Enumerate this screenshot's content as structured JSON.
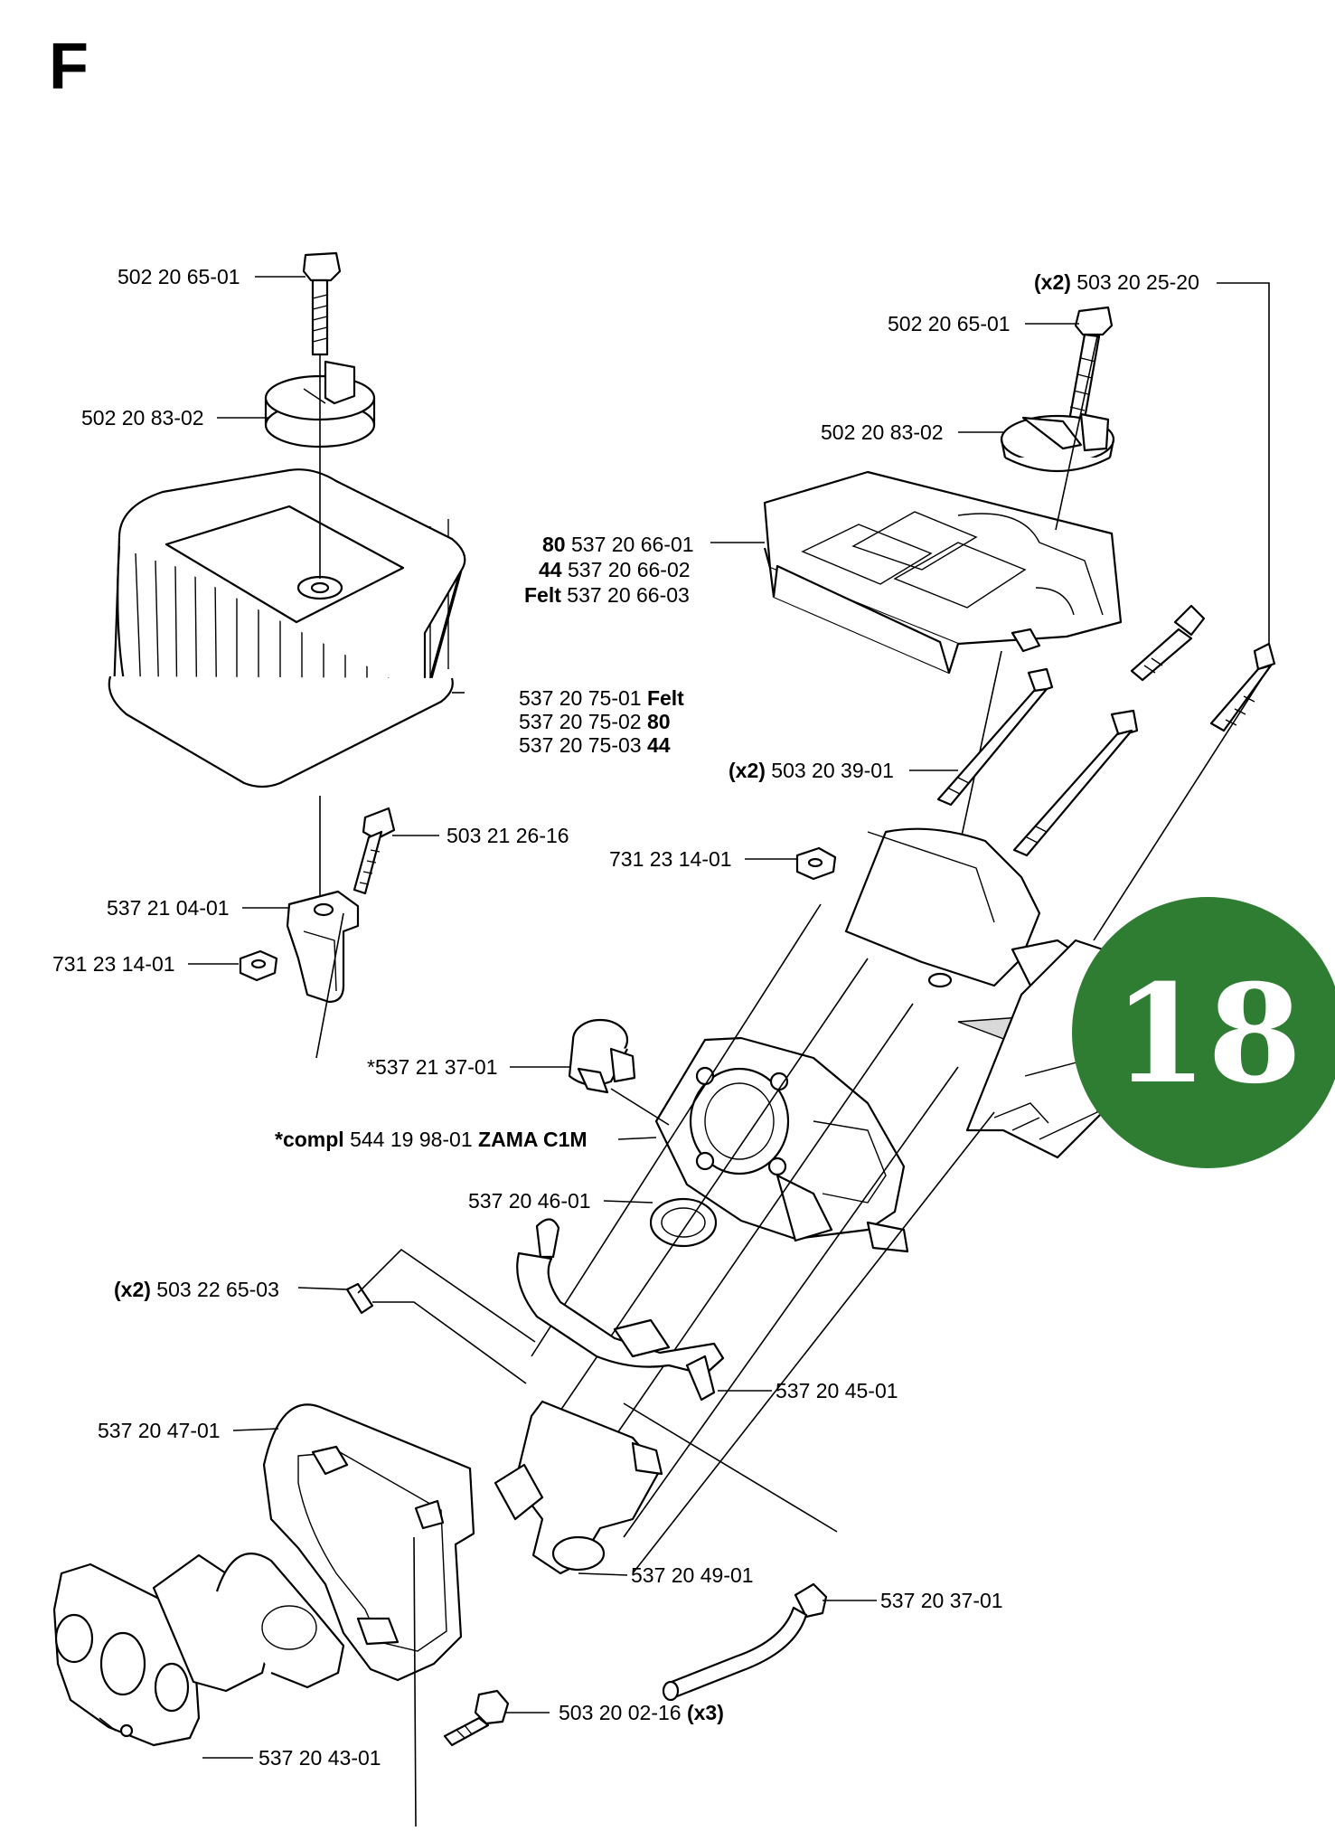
{
  "sheet_letter": "F",
  "page_number": "18",
  "badge_color": "#2e7d32",
  "callouts": {
    "c01": {
      "text": "502 20 65-01"
    },
    "c02": {
      "text": "502 20 83-02"
    },
    "c03": {
      "text": "537 20 75-01 ",
      "bold": "Felt"
    },
    "c04": {
      "text": "537 20 75-02 ",
      "bold": "80"
    },
    "c05": {
      "text": "537 20 75-03 ",
      "bold": "44"
    },
    "c06": {
      "text": "503 21 26-16"
    },
    "c07": {
      "text": "537 21 04-01"
    },
    "c08": {
      "text": "731 23 14-01"
    },
    "c09": {
      "bold": "(x2) ",
      "text": "503 20 25-20"
    },
    "c10": {
      "text": "502 20 65-01"
    },
    "c11": {
      "text": "502 20 83-02"
    },
    "c12": {
      "bold": "80 ",
      "text": "537 20 66-01"
    },
    "c13": {
      "bold": "44 ",
      "text": "537 20 66-02"
    },
    "c14": {
      "bold": "Felt ",
      "text": "537 20 66-03"
    },
    "c15": {
      "bold": "(x2) ",
      "text": "503 20 39-01"
    },
    "c16": {
      "text": "731 23 14-01"
    },
    "c17": {
      "text": "*537 21 37-01"
    },
    "c18": {
      "bold_pre": "*compl ",
      "text": "544 19 98-01 ",
      "bold": "ZAMA C1M"
    },
    "c19": {
      "text": "537 20 46-01"
    },
    "c20": {
      "bold": "(x2) ",
      "text": "503 22 65-03"
    },
    "c21": {
      "text": "537 20 45-01"
    },
    "c22": {
      "text": "537 20 47-01"
    },
    "c23": {
      "text": "537 20 49-01"
    },
    "c24": {
      "text": "537 20 37-01"
    },
    "c25": {
      "text": "537 20 43-01"
    },
    "c26": {
      "text": "503 20 02-16 ",
      "bold": "(x3)"
    }
  }
}
